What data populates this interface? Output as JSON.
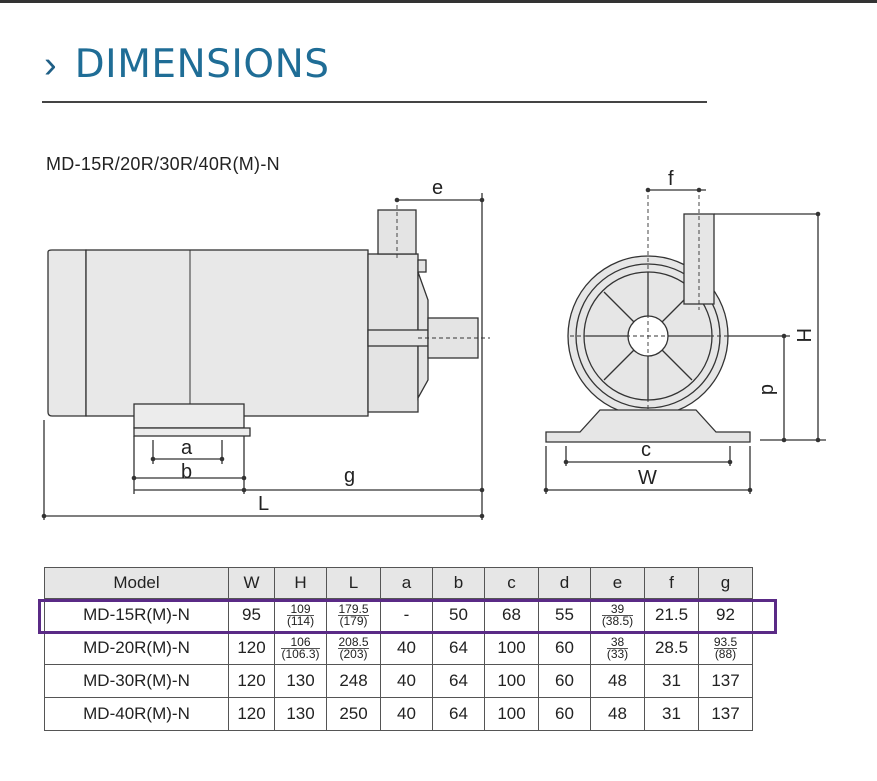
{
  "page": {
    "heading_chevron": "›",
    "heading": "DIMENSIONS",
    "model_series": "MD-15R/20R/30R/40R(M)-N"
  },
  "drawing": {
    "labels": {
      "e": "e",
      "a": "a",
      "b": "b",
      "g": "g",
      "L": "L",
      "f": "f",
      "H": "H",
      "d": "d",
      "c": "c",
      "W": "W"
    }
  },
  "table": {
    "headers": [
      "Model",
      "W",
      "H",
      "L",
      "a",
      "b",
      "c",
      "d",
      "e",
      "f",
      "g"
    ],
    "rows": [
      {
        "model": "MD-15R(M)-N",
        "W": "95",
        "H": {
          "main": "109",
          "alt": "(114)"
        },
        "L": {
          "main": "179.5",
          "alt": "(179)"
        },
        "a": "-",
        "b": "50",
        "c": "68",
        "d": "55",
        "e": {
          "main": "39",
          "alt": "(38.5)"
        },
        "f": "21.5",
        "g": "92"
      },
      {
        "model": "MD-20R(M)-N",
        "W": "120",
        "H": {
          "main": "106",
          "alt": "(106.3)"
        },
        "L": {
          "main": "208.5",
          "alt": "(203)"
        },
        "a": "40",
        "b": "64",
        "c": "100",
        "d": "60",
        "e": {
          "main": "38",
          "alt": "(33)"
        },
        "f": "28.5",
        "g": {
          "main": "93.5",
          "alt": "(88)"
        }
      },
      {
        "model": "MD-30R(M)-N",
        "W": "120",
        "H": "130",
        "L": "248",
        "a": "40",
        "b": "64",
        "c": "100",
        "d": "60",
        "e": "48",
        "f": "31",
        "g": "137"
      },
      {
        "model": "MD-40R(M)-N",
        "W": "120",
        "H": "130",
        "L": "250",
        "a": "40",
        "b": "64",
        "c": "100",
        "d": "60",
        "e": "48",
        "f": "31",
        "g": "137"
      }
    ],
    "highlighted_row": "MD-15R(M)-N"
  },
  "colors": {
    "heading": "#1f6d96",
    "highlight": "#5a2a86",
    "header_bg": "#e6e6e6"
  }
}
